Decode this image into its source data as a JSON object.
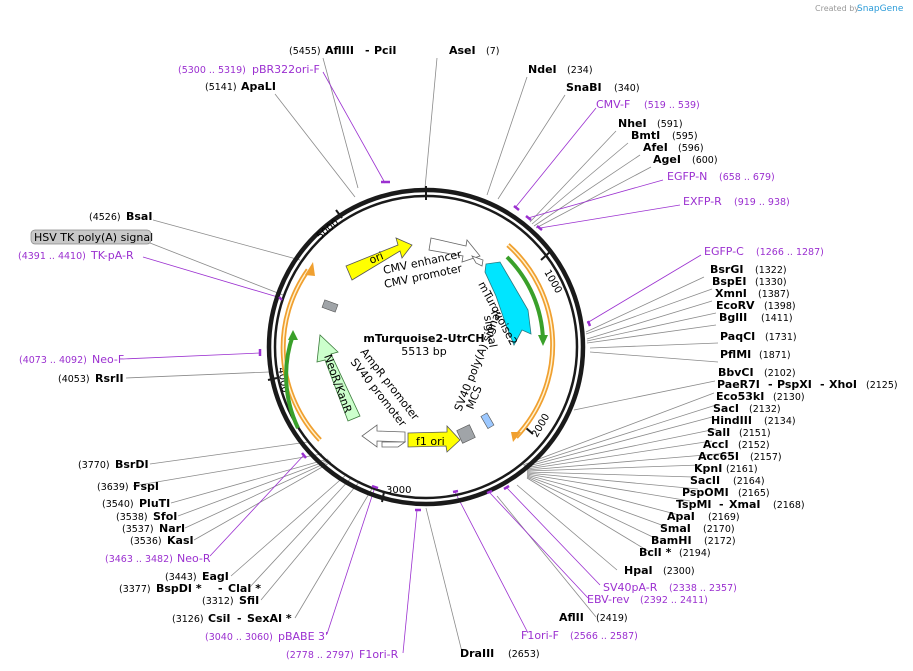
{
  "credit": {
    "prefix": "Created by",
    "brand": "SnapGene"
  },
  "plasmid": {
    "name": "mTurquoise2-UtrCH",
    "size": "5513 bp"
  },
  "ticks": [
    "1000",
    "2000",
    "3000",
    "4000",
    "5000"
  ],
  "enzymes": [
    {
      "name": "AflIII",
      "pos": "(5455)"
    },
    {
      "name": "PciI",
      "pos": ""
    },
    {
      "name": "AseI",
      "pos": "(7)"
    },
    {
      "name": "NdeI",
      "pos": "(234)"
    },
    {
      "name": "SnaBI",
      "pos": "(340)"
    },
    {
      "name": "ApaLI",
      "pos": "(5141)"
    },
    {
      "name": "NheI",
      "pos": "(591)"
    },
    {
      "name": "BmtI",
      "pos": "(595)"
    },
    {
      "name": "AfeI",
      "pos": "(596)"
    },
    {
      "name": "AgeI",
      "pos": "(600)"
    },
    {
      "name": "BsaI",
      "pos": "(4526)"
    },
    {
      "name": "BsrGI",
      "pos": "(1322)"
    },
    {
      "name": "BspEI",
      "pos": "(1330)"
    },
    {
      "name": "XmnI",
      "pos": "(1387)"
    },
    {
      "name": "EcoRV",
      "pos": "(1398)"
    },
    {
      "name": "BglII",
      "pos": "(1411)"
    },
    {
      "name": "PaqCI",
      "pos": "(1731)"
    },
    {
      "name": "PflMI",
      "pos": "(1871)"
    },
    {
      "name": "RsrII",
      "pos": "(4053)"
    },
    {
      "name": "BbvCI",
      "pos": "(2102)"
    },
    {
      "name": "PaeR7I",
      "pos": ""
    },
    {
      "name": "PspXI",
      "pos": ""
    },
    {
      "name": "XhoI",
      "pos": "(2125)"
    },
    {
      "name": "Eco53kI",
      "pos": "(2130)"
    },
    {
      "name": "SacI",
      "pos": "(2132)"
    },
    {
      "name": "HindIII",
      "pos": "(2134)"
    },
    {
      "name": "SalI",
      "pos": "(2151)"
    },
    {
      "name": "AccI",
      "pos": "(2152)"
    },
    {
      "name": "Acc65I",
      "pos": "(2157)"
    },
    {
      "name": "KpnI",
      "pos": "(2161)"
    },
    {
      "name": "SacII",
      "pos": "(2164)"
    },
    {
      "name": "PspOMI",
      "pos": "(2165)"
    },
    {
      "name": "TspMI",
      "pos": ""
    },
    {
      "name": "XmaI",
      "pos": "(2168)"
    },
    {
      "name": "ApaI",
      "pos": "(2169)"
    },
    {
      "name": "SmaI",
      "pos": "(2170)"
    },
    {
      "name": "BamHI",
      "pos": "(2172)"
    },
    {
      "name": "BclI *",
      "pos": "(2194)"
    },
    {
      "name": "HpaI",
      "pos": "(2300)"
    },
    {
      "name": "AflII",
      "pos": "(2419)"
    },
    {
      "name": "DraIII",
      "pos": "(2653)"
    },
    {
      "name": "BsrDI",
      "pos": "(3770)"
    },
    {
      "name": "FspI",
      "pos": "(3639)"
    },
    {
      "name": "PluTI",
      "pos": "(3540)"
    },
    {
      "name": "SfoI",
      "pos": "(3538)"
    },
    {
      "name": "NarI",
      "pos": "(3537)"
    },
    {
      "name": "KasI",
      "pos": "(3536)"
    },
    {
      "name": "EagI",
      "pos": "(3443)"
    },
    {
      "name": "BspDI *",
      "pos": "(3377)"
    },
    {
      "name": "ClaI *",
      "pos": ""
    },
    {
      "name": "SfiI",
      "pos": "(3312)"
    },
    {
      "name": "CsiI",
      "pos": "(3126)"
    },
    {
      "name": "SexAI *",
      "pos": ""
    }
  ],
  "primers": [
    {
      "name": "pBR322ori-F",
      "range": "(5300 .. 5319)"
    },
    {
      "name": "CMV-F",
      "range": "(519 .. 539)"
    },
    {
      "name": "EGFP-N",
      "range": "(658 .. 679)"
    },
    {
      "name": "EXFP-R",
      "range": "(919 .. 938)"
    },
    {
      "name": "TK-pA-R",
      "range": "(4391 .. 4410)"
    },
    {
      "name": "EGFP-C",
      "range": "(1266 .. 1287)"
    },
    {
      "name": "Neo-F",
      "range": "(4073 .. 4092)"
    },
    {
      "name": "Neo-R",
      "range": "(3463 .. 3482)"
    },
    {
      "name": "pBABE 3'",
      "range": "(3040 .. 3060)"
    },
    {
      "name": "F1ori-R",
      "range": "(2778 .. 2797)"
    },
    {
      "name": "F1ori-F",
      "range": "(2566 .. 2587)"
    },
    {
      "name": "EBV-rev",
      "range": "(2392 .. 2411)"
    },
    {
      "name": "SV40pA-R",
      "range": "(2338 .. 2357)"
    }
  ],
  "features": {
    "hsv_tk": "HSV TK poly(A) signal",
    "ori": "ori",
    "cmv_enhancer": "CMV enhancer",
    "cmv_promoter": "CMV promoter",
    "mturquoise2": "mTurquoise2",
    "signal": "signal",
    "sv40_polya": "SV40 poly(A) signal",
    "mcs": "MCS",
    "f1_ori": "f1 ori",
    "sv40_promoter": "SV40 promoter",
    "ampr_promoter": "AmpR promoter",
    "neo_kanr": "NeoR/KanR"
  },
  "colors": {
    "primer": "#9b30d0",
    "ori": "#ffff00",
    "mturquoise2": "#00e5ff",
    "neo": "#ccffcc",
    "orange_arc": "#f0a030",
    "green_arc": "#3aa02a",
    "mcs": "#9cc8ff",
    "gray": "#a0a4a8"
  }
}
